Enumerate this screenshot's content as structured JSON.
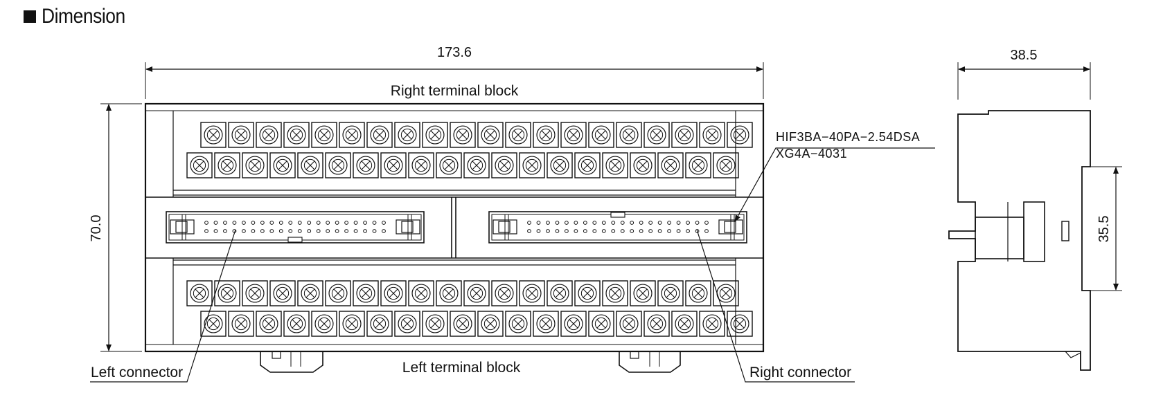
{
  "title": "Dimension",
  "dimensions": {
    "width": "173.6",
    "height": "70.0",
    "depth": "38.5",
    "rail": "35.5"
  },
  "labels": {
    "right_terminal_block": "Right terminal block",
    "left_terminal_block": "Left terminal block",
    "left_connector": "Left connector",
    "right_connector": "Right connector",
    "connector_part_1": "HIF3BA−40PA−2.54DSA",
    "connector_part_2": "XG4A−4031"
  },
  "icons": {
    "header": "square-bullet-icon"
  }
}
